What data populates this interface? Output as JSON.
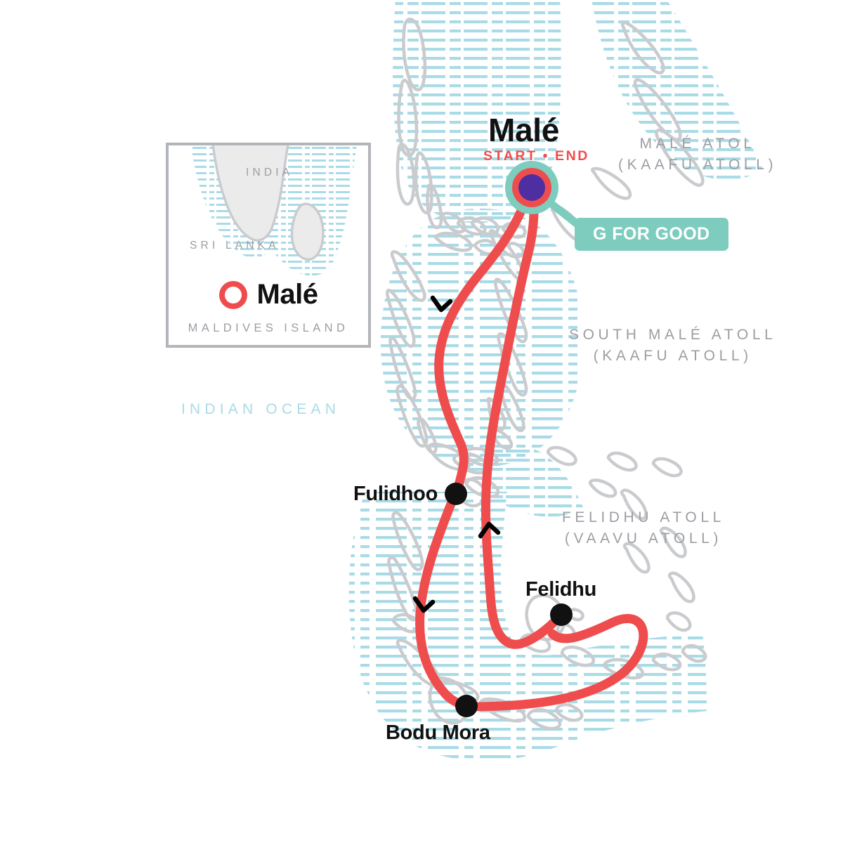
{
  "map": {
    "title": "Maldives Dhoni Cruise Route Map",
    "ocean_label": "INDIAN OCEAN",
    "colors": {
      "route": "#ef4d4d",
      "reef_hatch": "#a9dbe6",
      "island_outline": "#c9cbce",
      "marker_teal": "#7dccbe",
      "marker_purple": "#4e2ea0",
      "label_gray": "#9b9ea3",
      "city_black": "#111111",
      "inset_border": "#b2b5ba"
    }
  },
  "start_point": {
    "name": "Malé",
    "sub_label": "START • END",
    "badge": "G FOR GOOD"
  },
  "stops": [
    {
      "name": "Fulidhoo"
    },
    {
      "name": "Felidhu"
    },
    {
      "name": "Bodu Mora"
    }
  ],
  "atolls": [
    {
      "line1": "MALÉ ATOL",
      "line2": "(KAAFU ATOLL)"
    },
    {
      "line1": "SOUTH MALÉ ATOLL",
      "line2": "(KAAFU ATOLL)"
    },
    {
      "line1": "FELIDHU ATOLL",
      "line2": "(VAAVU ATOLL)"
    }
  ],
  "inset": {
    "countries": [
      "INDIA",
      "SRI LANKA"
    ],
    "capital": "Malé",
    "caption": "MALDIVES ISLAND"
  }
}
